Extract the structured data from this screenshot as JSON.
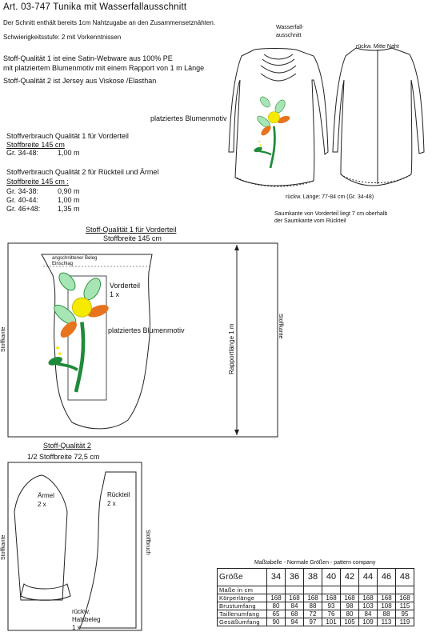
{
  "header": {
    "title": "Art. 03-747 Tunika mit Wasserfallausschnitt",
    "seam_note": "Der Schnitt enthält bereits 1cm Nahtzugabe an den Zusammensetznähten.",
    "difficulty": "Schwierigkeitsstufe: 2 mit Vorkenntnissen"
  },
  "fabric_info": {
    "line1": "Stoff-Qualität 1 ist  eine Satin-Webware aus 100% PE",
    "line2": "mit platziertem Blumenmotiv mit einem Rapport von 1 m Länge",
    "line3": "Stoff-Qualität 2 ist  Jersey aus  Viskose /Elasthan"
  },
  "illustration_labels": {
    "waterfall": [
      "Wasserfall-",
      "ausschnitt"
    ],
    "back_center_seam": "rückw. Mitte Naht",
    "placed_flower": "platziertes Blumenmotiv",
    "back_length": "rückw. Länge: 77-84 cm (Gr. 34-48)",
    "hem_note": [
      "Saumkante von Vorderteil  liegt 7 cm oberhalb",
      "der Saumkante vom Rückteil"
    ]
  },
  "consumption_1": {
    "title": "Stoffverbrauch Qualität 1 für Vorderteil",
    "width": "Stoffbreite  145 cm",
    "rows": [
      {
        "size": "Gr. 34-48:",
        "amount": "1,00 m"
      }
    ]
  },
  "consumption_2": {
    "title": "Stoffverbrauch Qualität 2 für Rückteil und Ärmel",
    "width": "Stoffbreite  145 cm :",
    "rows": [
      {
        "size": "Gr. 34-38:",
        "amount": "0,90 m"
      },
      {
        "size": "Gr. 40-44:",
        "amount": "1,00 m"
      },
      {
        "size": "Gr. 46+48:",
        "amount": "1,35 m"
      }
    ]
  },
  "layout_1": {
    "title": "Stoff-Qualität 1 für Vorderteil",
    "width": "Stoffbreite 145 cm",
    "facing": [
      "angschnittener Beleg",
      "Einschlag"
    ],
    "piece_name": "Vorderteil",
    "piece_count": "1 x",
    "motif": "platziertes Blumenmotiv",
    "repeat": "Rapportlänge  1 m",
    "selvage_left": "Stoffkante",
    "selvage_right": "Stoffkante"
  },
  "layout_2": {
    "title": "Stoff-Qualität 2",
    "width": "1/2 Stoffbreite 72,5 cm",
    "sleeve": "Ärmel",
    "sleeve_count": "2 x",
    "back": "Rückteil",
    "back_count": "2 x",
    "neck_facing": [
      "rückw.",
      "Halsbeleg",
      "1 x"
    ],
    "selvage": "Stoffkante",
    "fold": "Stoffbruch"
  },
  "size_table": {
    "caption": "Maßtabelle -  Normale  Größen - pattern company",
    "header_label": "Größe",
    "sizes": [
      "34",
      "36",
      "38",
      "40",
      "42",
      "44",
      "46",
      "48"
    ],
    "unit_row": "Maße in cm",
    "rows": [
      {
        "label": "Körperlänge",
        "values": [
          "168",
          "168",
          "168",
          "168",
          "168",
          "168",
          "168",
          "168"
        ]
      },
      {
        "label": "Brustumfang",
        "values": [
          "80",
          "84",
          "88",
          "93",
          "98",
          "103",
          "108",
          "115"
        ]
      },
      {
        "label": "Taillenumfang",
        "values": [
          "65",
          "68",
          "72",
          "76",
          "80",
          "84",
          "88",
          "95"
        ]
      },
      {
        "label": "Gesäßumfang",
        "values": [
          "90",
          "94",
          "97",
          "101",
          "105",
          "109",
          "113",
          "119"
        ]
      }
    ]
  },
  "colors": {
    "leaf_green": "#a8e5b4",
    "stem_green": "#1f8a3a",
    "petal_orange": "#e8731e",
    "center_yellow": "#f5ea00"
  }
}
